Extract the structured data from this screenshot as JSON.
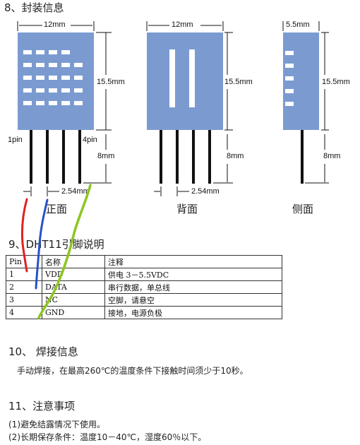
{
  "sections": {
    "s8": "8、封装信息",
    "s9": "9、DHT11引脚说明",
    "s10": "10、 焊接信息",
    "s11": "11、注意事项"
  },
  "package": {
    "dims": {
      "width_front": "12mm",
      "width_back": "12mm",
      "width_side": "5.5mm",
      "height_front": "15.5mm",
      "height_back": "15.5mm",
      "height_side": "15.5mm",
      "pin_len_front": "8mm",
      "pin_len_back": "8mm",
      "pin_len_side": "8mm",
      "pitch_front": "2.54mm",
      "pitch_back": "2.54mm"
    },
    "labels": {
      "pin1": "1pin",
      "pin4": "4pin",
      "front": "正面",
      "back": "背面",
      "side": "侧面"
    },
    "colors": {
      "body": "#7b9bd0",
      "wire_red": "#e02020",
      "wire_blue": "#2850c8",
      "wire_green": "#8cc620"
    }
  },
  "pin_table": {
    "headers": [
      "Pin",
      "名称",
      "注释"
    ],
    "rows": [
      [
        "1",
        "VDD",
        "供电 3－5.5VDC"
      ],
      [
        "2",
        "DATA",
        "串行数据，单总线"
      ],
      [
        "3",
        "NC",
        "空脚，请悬空"
      ],
      [
        "4",
        "GND",
        "接地，电源负极"
      ]
    ]
  },
  "soldering": {
    "text": "手动焊接，在最高260℃的温度条件下接触时间须少于10秒。"
  },
  "notes": {
    "n1": "(1)避免结露情况下使用。",
    "n2": "(2)长期保存条件：温度10－40℃，湿度60％以下。"
  }
}
